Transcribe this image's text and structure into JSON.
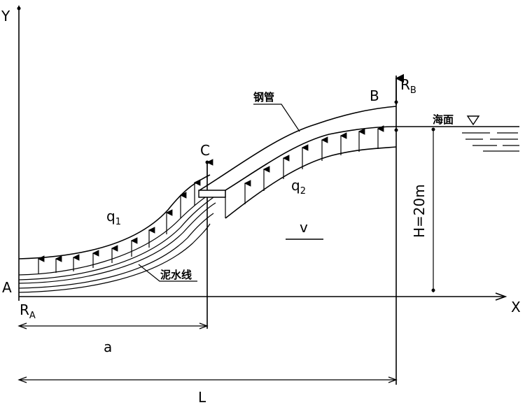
{
  "axes": {
    "y_label": "Y",
    "x_label": "X"
  },
  "points": {
    "A": "A",
    "B": "B",
    "C": "C",
    "R_A_main": "R",
    "R_A_sub": "A",
    "R_B_main": "R",
    "R_B_sub": "B"
  },
  "loads": {
    "q1_main": "q",
    "q1_sub": "1",
    "q2_main": "q",
    "q2_sub": "2"
  },
  "callouts": {
    "steel_pipe": "钢管",
    "sea_surface": "海面",
    "bed_line": "泥水线"
  },
  "symbols": {
    "v": "v"
  },
  "dimensions": {
    "a": "a",
    "L": "L",
    "H": "H=20m"
  }
}
